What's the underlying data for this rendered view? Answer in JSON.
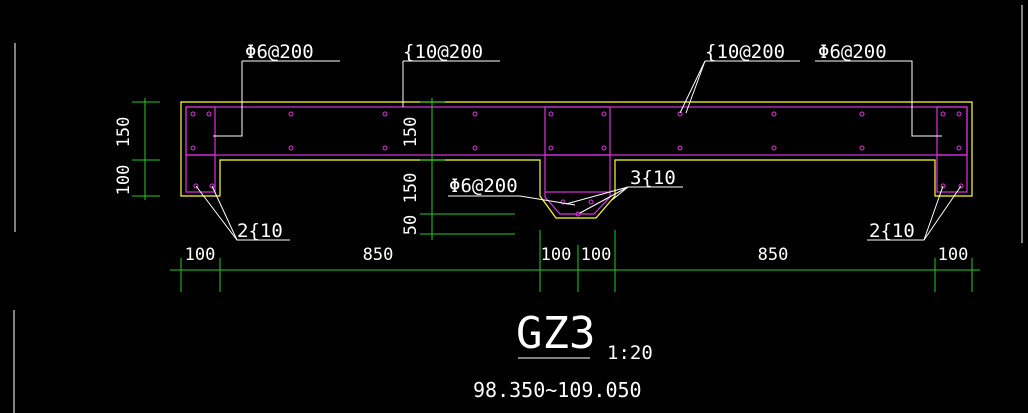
{
  "drawing": {
    "title": "GZ3",
    "scale": "1:20",
    "elevation": "98.350~109.050"
  },
  "labels": {
    "stirrup_left": "Φ6@200",
    "rebar_left": "{10@200",
    "rebar_right": "{10@200",
    "stirrup_right": "Φ6@200",
    "stirrup_center": "Φ6@200",
    "bars_center": "3{10",
    "bars_left": "2{10",
    "bars_right": "2{10"
  },
  "dimensions": {
    "left_vertical": [
      "150",
      "100"
    ],
    "center_vertical": [
      "150",
      "150",
      "50"
    ],
    "horizontal": [
      "100",
      "850",
      "100",
      "100",
      "850",
      "100"
    ]
  },
  "colors": {
    "background": "#000000",
    "outline": "#ffff33",
    "rebar": "#dd33dd",
    "dimension": "#22cc22",
    "text": "#ffffff"
  }
}
